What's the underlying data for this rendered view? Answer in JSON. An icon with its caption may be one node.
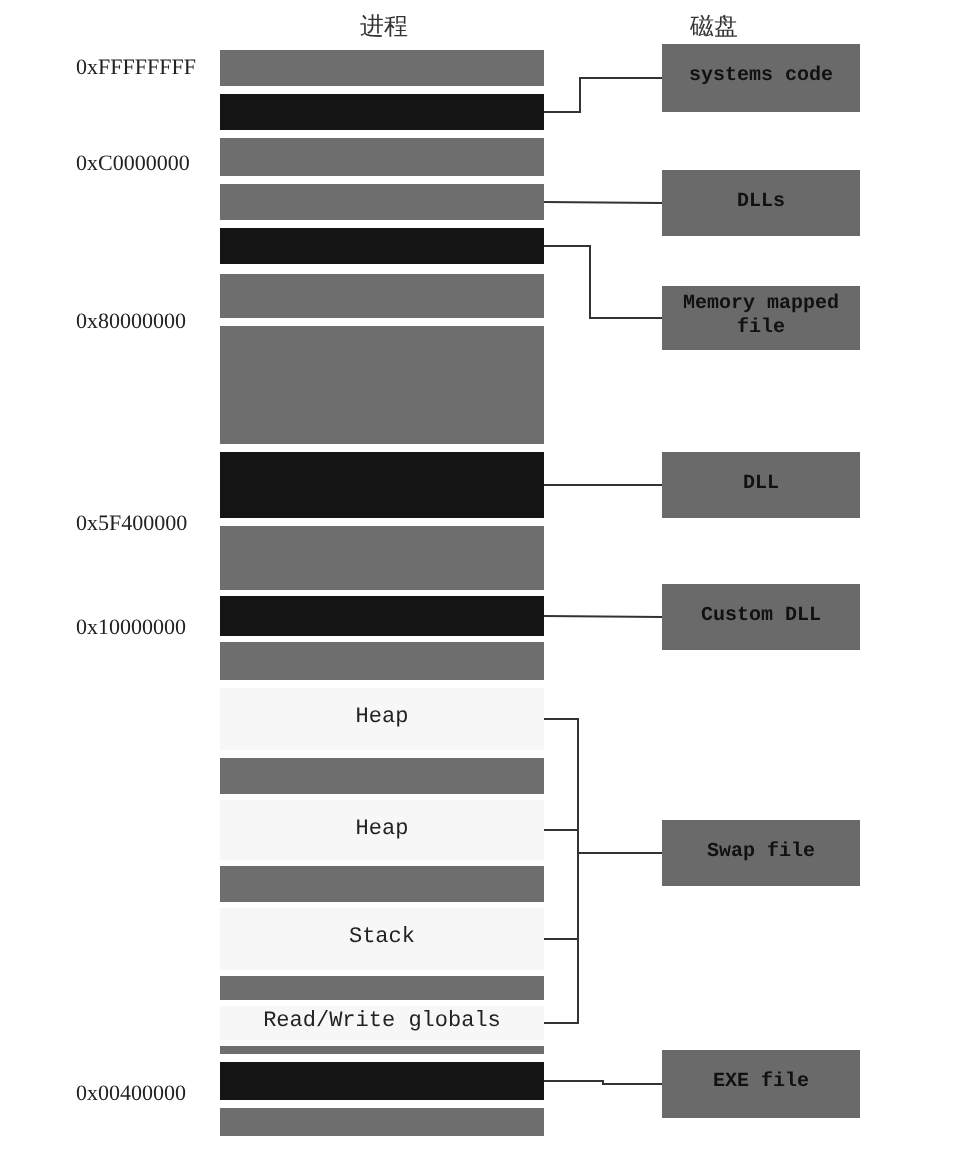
{
  "diagram": {
    "nodes": [
      {
        "text": [],
        "shape": "bar"
      },
      {
        "text": [],
        "shape": "bar"
      },
      {
        "text": [],
        "shape": "bar"
      },
      {
        "text": [],
        "shape": "bar"
      },
      {
        "text": [],
        "shape": "bar"
      },
      {
        "text": [],
        "shape": "bar"
      },
      {
        "text": [],
        "shape": "bar"
      },
      {
        "text": [],
        "shape": "bar"
      },
      {
        "text": [],
        "shape": "bar"
      },
      {
        "text": [],
        "shape": "bar"
      },
      {
        "text": [],
        "shape": "bar"
      },
      {
        "text": [
          "Heap"
        ]
      },
      {
        "text": [],
        "shape": "bar"
      },
      {
        "text": [
          "Heap"
        ]
      },
      {
        "text": [],
        "shape": "bar"
      },
      {
        "text": [
          "Stack"
        ]
      },
      {
        "text": [],
        "shape": "bar"
      },
      {
        "text": [
          "Read/Write globals"
        ]
      },
      {
        "text": [],
        "shape": "bar"
      },
      {
        "text": [],
        "shape": "bar"
      },
      {
        "text": [],
        "shape": "bar"
      },
      {
        "text": [
          "systems code"
        ]
      },
      {
        "text": [
          "DLLs"
        ]
      },
      {
        "text": [
          "Memory mapped file"
        ]
      },
      {
        "text": [
          "DLL"
        ]
      },
      {
        "text": [
          "Custom DLL"
        ]
      },
      {
        "text": [
          "Swap file"
        ]
      },
      {
        "text": [
          "EXE file"
        ]
      }
    ],
    "edges": [
      {
        "from": 1,
        "to": 21,
        "arrow": "none"
      },
      {
        "from": 3,
        "to": 22,
        "arrow": "none"
      },
      {
        "from": 4,
        "to": 23,
        "arrow": "none"
      },
      {
        "from": 7,
        "to": 24,
        "arrow": "none"
      },
      {
        "from": 9,
        "to": 25,
        "arrow": "none"
      },
      {
        "from": 11,
        "to": 26,
        "arrow": "none"
      },
      {
        "from": 13,
        "to": 26,
        "arrow": "none"
      },
      {
        "from": 15,
        "to": 26,
        "arrow": "none"
      },
      {
        "from": 17,
        "to": 26,
        "arrow": "none"
      },
      {
        "from": 19,
        "to": 27,
        "arrow": "none"
      }
    ],
    "labels": [
      "进程",
      "磁盘",
      "0xFFFFFFFF",
      "0xC0000000",
      "0x80000000",
      "0x5F400000",
      "0x10000000",
      "0x00400000"
    ]
  }
}
